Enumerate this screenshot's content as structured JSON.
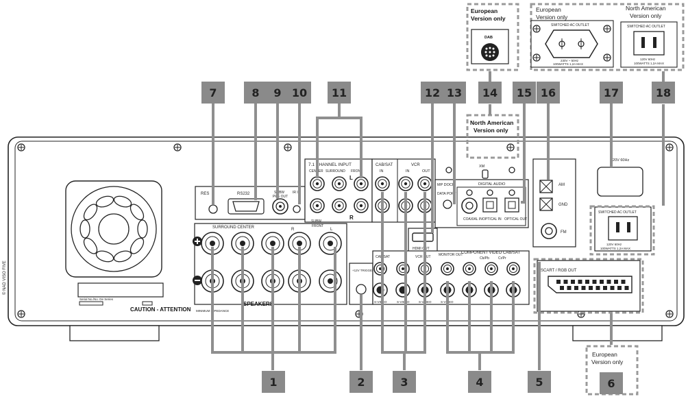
{
  "callouts": [
    {
      "n": "1"
    },
    {
      "n": "2"
    },
    {
      "n": "3"
    },
    {
      "n": "4"
    },
    {
      "n": "5"
    },
    {
      "n": "6"
    },
    {
      "n": "7"
    },
    {
      "n": "8"
    },
    {
      "n": "9"
    },
    {
      "n": "10"
    },
    {
      "n": "11"
    },
    {
      "n": "12"
    },
    {
      "n": "13"
    },
    {
      "n": "14"
    },
    {
      "n": "15"
    },
    {
      "n": "16"
    },
    {
      "n": "17"
    },
    {
      "n": "18"
    }
  ],
  "notes": {
    "eu_only_dab": [
      "European",
      "Version only"
    ],
    "eu_only_ac": [
      "European",
      "Version only"
    ],
    "na_only_ac": [
      "North American",
      "Version only"
    ],
    "na_only_xm": [
      "North American",
      "Version only"
    ],
    "eu_only_scart": [
      "European",
      "Version only"
    ]
  },
  "panel_labels": {
    "dab": "DAB",
    "switched_ac_outlet": "SWITCHED AC OUTLET",
    "eu_outlet_rating_1": "230V ~ 50Hz",
    "eu_outlet_rating_2": "100WATTS 1,2A MAX",
    "na_outlet_rating_1": "120V    60Hz",
    "na_outlet_rating_2": "100WATTS 1,2A MAX",
    "power_in": "120V    60Hz",
    "rs232": "RS232",
    "res": "RES",
    "subw_preout": "SUBW",
    "preout": "PRE OUT",
    "ir_in": "IR IN",
    "channel_input": "7.1 CHANNEL INPUT",
    "center": "CENTER",
    "surround": "SURROUND",
    "front": "FRONT",
    "subw": "SUBW",
    "cab_sat": "CAB/SAT",
    "vcr": "VCR",
    "in": "IN",
    "out": "OUT",
    "mp_dock": "MP DOCK",
    "xm": "XM",
    "digital_audio": "DIGITAL AUDIO",
    "data_port": "DATA PORT",
    "coaxial_in": "COAXIAL IN",
    "optical_in": "OPTICAL IN",
    "optical_out": "OPTICAL OUT",
    "am": "AM",
    "gnd": "GND",
    "fm": "FM",
    "surround_center": "SURROUND        CENTER",
    "speakers": "SPEAKERS",
    "speaker_r": "R",
    "speaker_l": "L",
    "front_label": "FRONT",
    "trigger": "+12V TRIGGER OUT",
    "hdmi_out": "HDMI OUT",
    "vcr_out": "VCR OUT",
    "monitor_out": "MONITOR OUT",
    "component_video": "COMPONENT VIDEO CAB/SAT",
    "cbpb": "Cb/Pb",
    "crpr": "Cr/Pr",
    "svideo": "S-VIDEO",
    "scart": "SCART / RGB OUT",
    "caution": "CAUTION - ATTENTION",
    "min_impedance": "MINIMUM IMPEDANCE",
    "serial": "Serial No./No. De Series",
    "copyright": "© NAD VISO FIVE"
  }
}
